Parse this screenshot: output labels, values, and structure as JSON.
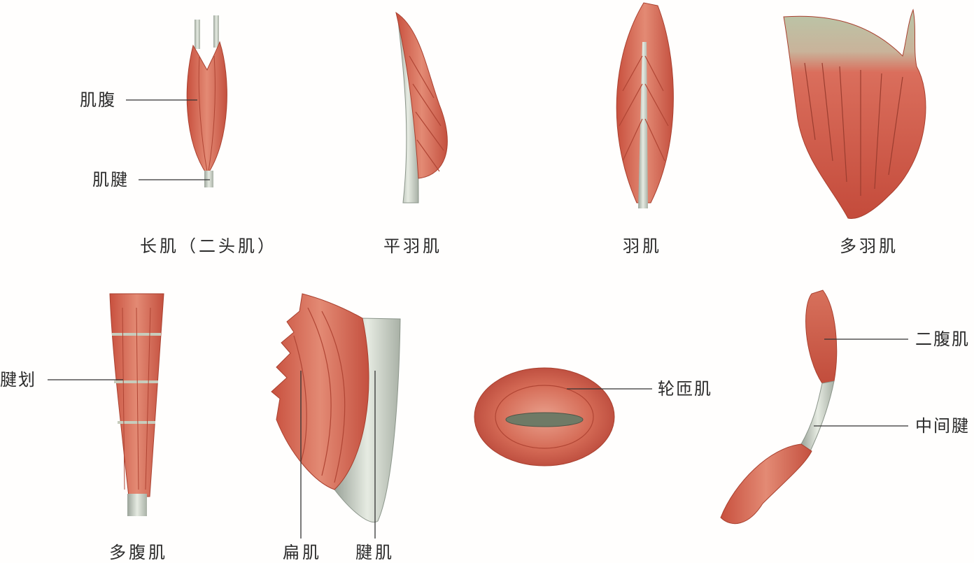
{
  "colors": {
    "muscle": "#d86a55",
    "muscle_dark": "#b84a3a",
    "muscle_light": "#e89a88",
    "tendon": "#c9d2c4",
    "tendon_dark": "#8b958a",
    "line": "#333333",
    "text": "#2b2b2b"
  },
  "labels": {
    "belly": "肌腹",
    "tendon": "肌腱",
    "tendinous_intersection": "腱划",
    "orbicularis": "轮匝肌",
    "digastric": "二腹肌",
    "intermediate_tendon": "中间腱"
  },
  "captions": {
    "long_muscle": "长肌（二头肌）",
    "unipennate": "平羽肌",
    "bipennate": "羽肌",
    "multipennate": "多羽肌",
    "multi_belly": "多腹肌",
    "flat_muscle": "扁肌",
    "aponeurosis": "腱肌"
  }
}
